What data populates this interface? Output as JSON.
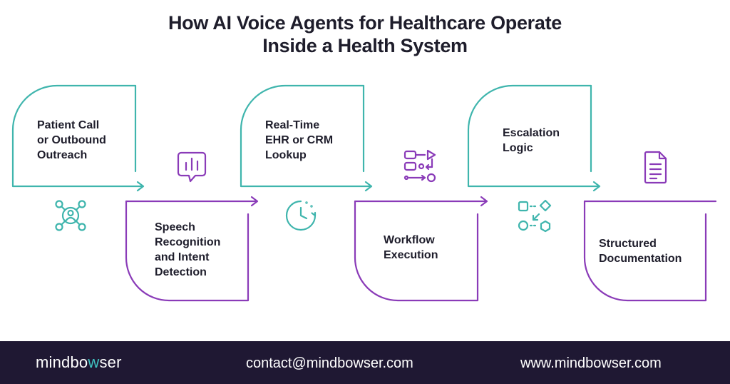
{
  "title": {
    "line1": "How AI Voice Agents for Healthcare Operate",
    "line2": "Inside a Health System"
  },
  "colors": {
    "teal": "#3fb5ad",
    "purple": "#8a3bb8",
    "dark": "#1e1d2b",
    "footer_bg": "#1f1833"
  },
  "steps": [
    {
      "label": "Patient Call\nor Outbound\nOutreach",
      "icon": "network-user-icon",
      "color": "teal"
    },
    {
      "label": "Speech\nRecognition\nand Intent\nDetection",
      "icon": "speech-bubble-icon",
      "color": "purple"
    },
    {
      "label": "Real-Time\nEHR or CRM\nLookup",
      "icon": "clock-refresh-icon",
      "color": "teal"
    },
    {
      "label": "Workflow\nExecution",
      "icon": "workflow-icon",
      "color": "purple"
    },
    {
      "label": "Escalation\nLogic",
      "icon": "escalation-shapes-icon",
      "color": "teal"
    },
    {
      "label": "Structured\nDocumentation",
      "icon": "document-icon",
      "color": "purple"
    }
  ],
  "footer": {
    "brand_prefix": "mindbo",
    "brand_accent": "w",
    "brand_suffix": "ser",
    "email": "contact@mindbowser.com",
    "website": "www.mindbowser.com"
  }
}
